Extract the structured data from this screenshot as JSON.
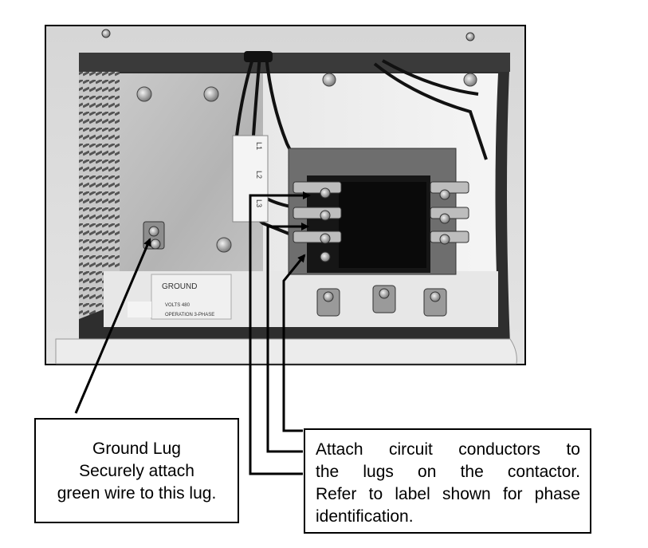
{
  "photo": {
    "label_ground": "GROUND",
    "label_volts": "VOLTS  480",
    "label_operation": "OPERATION  3-PHASE",
    "terminal_labels": [
      "L1",
      "L2",
      "L3"
    ],
    "colors": {
      "frame": "#000000",
      "panel": "#d9d9d9",
      "backplate": "#b8b8b8",
      "contactor": "#1a1a1a"
    }
  },
  "callouts": {
    "ground": {
      "lines": [
        "Ground Lug",
        "Securely attach",
        "green wire to this lug."
      ]
    },
    "contactor": {
      "lines": [
        "Attach circuit conductors to",
        "the lugs on the contactor.",
        "Refer to label shown for phase",
        "identification."
      ]
    }
  },
  "icons": [
    "leader-arrow"
  ]
}
